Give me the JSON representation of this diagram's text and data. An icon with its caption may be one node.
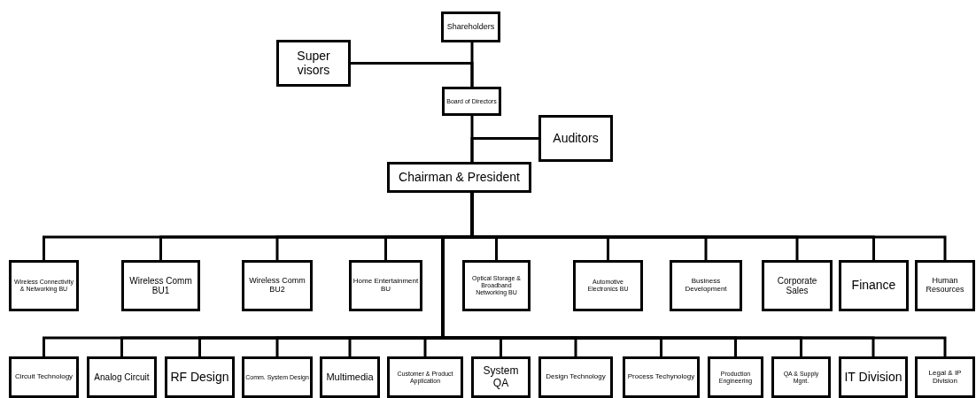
{
  "diagram": {
    "nodes": [
      {
        "text": [
          "Shareholders"
        ]
      },
      {
        "text": [
          "Super visors"
        ]
      },
      {
        "text": [
          "Board of Directors"
        ]
      },
      {
        "text": [
          "Auditors"
        ]
      },
      {
        "text": [
          "Chairman & President"
        ]
      },
      {
        "text": [
          "Wireless Connectivity & Networking BU"
        ]
      },
      {
        "text": [
          "Wireless Comm BU1"
        ]
      },
      {
        "text": [
          "Wireless Comm BU2"
        ]
      },
      {
        "text": [
          "Home Entertainment BU"
        ]
      },
      {
        "text": [
          "Optical Storage & Broadband Networking BU"
        ]
      },
      {
        "text": [
          "Automotive Electronics BU"
        ]
      },
      {
        "text": [
          "Business Development"
        ]
      },
      {
        "text": [
          "Corporate Sales"
        ]
      },
      {
        "text": [
          "Finance"
        ]
      },
      {
        "text": [
          "Human Resources"
        ]
      },
      {
        "text": [
          "Circuit Technology"
        ]
      },
      {
        "text": [
          "Analog Circuit"
        ]
      },
      {
        "text": [
          "RF Design"
        ]
      },
      {
        "text": [
          "Comm. System Design"
        ]
      },
      {
        "text": [
          "Multimedia"
        ]
      },
      {
        "text": [
          "Customer & Product Application"
        ]
      },
      {
        "text": [
          "System QA"
        ]
      },
      {
        "text": [
          "Design Technology"
        ]
      },
      {
        "text": [
          "Process Techynology"
        ]
      },
      {
        "text": [
          "Production Engineering"
        ]
      },
      {
        "text": [
          "QA & Supply Mgnt."
        ]
      },
      {
        "text": [
          "IT Division"
        ]
      },
      {
        "text": [
          "Legal & IP Division"
        ]
      }
    ],
    "edges": [
      {
        "from": 0,
        "to": 2,
        "arrow": "none"
      },
      {
        "from": 1,
        "to": 2,
        "arrow": "none"
      },
      {
        "from": 2,
        "to": 4,
        "arrow": "none"
      },
      {
        "from": 3,
        "to": 4,
        "arrow": "none"
      },
      {
        "from": 4,
        "to": 5,
        "arrow": "none"
      },
      {
        "from": 4,
        "to": 6,
        "arrow": "none"
      },
      {
        "from": 4,
        "to": 7,
        "arrow": "none"
      },
      {
        "from": 4,
        "to": 8,
        "arrow": "none"
      },
      {
        "from": 4,
        "to": 9,
        "arrow": "none"
      },
      {
        "from": 4,
        "to": 10,
        "arrow": "none"
      },
      {
        "from": 4,
        "to": 11,
        "arrow": "none"
      },
      {
        "from": 4,
        "to": 12,
        "arrow": "none"
      },
      {
        "from": 4,
        "to": 13,
        "arrow": "none"
      },
      {
        "from": 4,
        "to": 14,
        "arrow": "none"
      },
      {
        "from": 4,
        "to": 15,
        "arrow": "none"
      },
      {
        "from": 4,
        "to": 16,
        "arrow": "none"
      },
      {
        "from": 4,
        "to": 17,
        "arrow": "none"
      },
      {
        "from": 4,
        "to": 18,
        "arrow": "none"
      },
      {
        "from": 4,
        "to": 19,
        "arrow": "none"
      },
      {
        "from": 4,
        "to": 20,
        "arrow": "none"
      },
      {
        "from": 4,
        "to": 21,
        "arrow": "none"
      },
      {
        "from": 4,
        "to": 22,
        "arrow": "none"
      },
      {
        "from": 4,
        "to": 23,
        "arrow": "none"
      },
      {
        "from": 4,
        "to": 24,
        "arrow": "none"
      },
      {
        "from": 4,
        "to": 25,
        "arrow": "none"
      },
      {
        "from": 4,
        "to": 26,
        "arrow": "none"
      },
      {
        "from": 4,
        "to": 27,
        "arrow": "none"
      }
    ]
  }
}
